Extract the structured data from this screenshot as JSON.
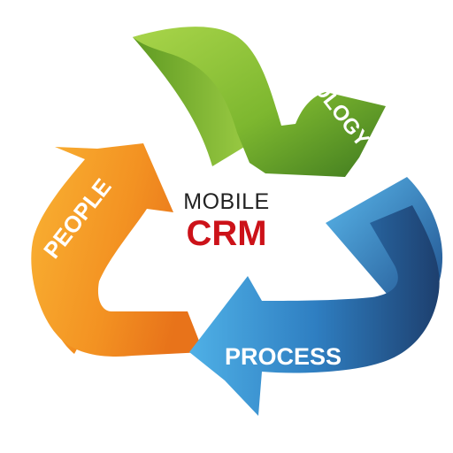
{
  "center": {
    "subtitle": "MOBILE",
    "title": "CRM"
  },
  "arrows": {
    "technology": "TECHNOLOGY",
    "people": "PEOPLE",
    "process": "PROCESS"
  },
  "colors": {
    "technology": "#8cc63f",
    "people": "#f7941d",
    "process": "#2f6fb0",
    "crm": "#cc1219"
  }
}
